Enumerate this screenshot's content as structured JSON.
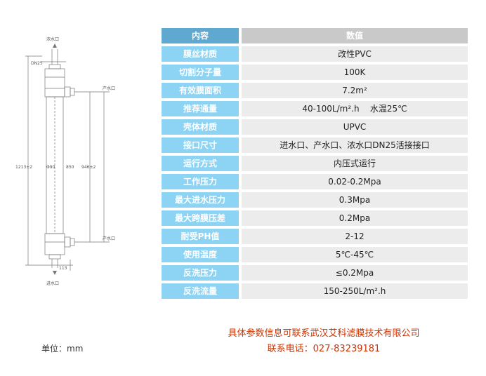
{
  "drawing": {
    "labels": {
      "concentrate_outlet": "浓水口",
      "dn": "DN25",
      "product_outlet_top": "产水口",
      "product_outlet_bottom": "产水口",
      "inlet": "进水口",
      "dim_total": "1213±2",
      "dim_diameter": "Φ90",
      "dim_inner": "850",
      "dim_outer": "946±2",
      "dim_bottom": "113"
    }
  },
  "table": {
    "header": {
      "label": "内容",
      "value": "数值"
    },
    "rows": [
      {
        "label": "膜丝材质",
        "value": "改性PVC"
      },
      {
        "label": "切割分子量",
        "value": "100K"
      },
      {
        "label": "有效膜面积",
        "value": "7.2m²"
      },
      {
        "label": "推荐通量",
        "value": "40-100L/m².h    水温25℃"
      },
      {
        "label": "壳体材质",
        "value": "UPVC"
      },
      {
        "label": "接口尺寸",
        "value": "进水口、产水口、浓水口DN25活接接口"
      },
      {
        "label": "运行方式",
        "value": "内压式运行"
      },
      {
        "label": "工作压力",
        "value": "0.02-0.2Mpa"
      },
      {
        "label": "最大进水压力",
        "value": "0.3Mpa"
      },
      {
        "label": "最大跨膜压差",
        "value": "0.2Mpa"
      },
      {
        "label": "耐受PH值",
        "value": "2-12"
      },
      {
        "label": "使用温度",
        "value": "5℃-45℃"
      },
      {
        "label": "反洗压力",
        "value": "≤0.2Mpa"
      },
      {
        "label": "反洗流量",
        "value": "150-250L/m².h"
      }
    ]
  },
  "footer": {
    "unit_label": "单位：",
    "unit_value": "mm",
    "company": "具体参数信息可联系武汉艾科滤膜技术有限公司",
    "contact": "联系电话：027-83239181"
  },
  "colors": {
    "label_bg": "#8dd3f3",
    "header_label_bg": "#5fa8cf",
    "value_bg": "#ececec",
    "header_value_bg": "#c9c9c9",
    "accent_text": "#cc3300"
  }
}
